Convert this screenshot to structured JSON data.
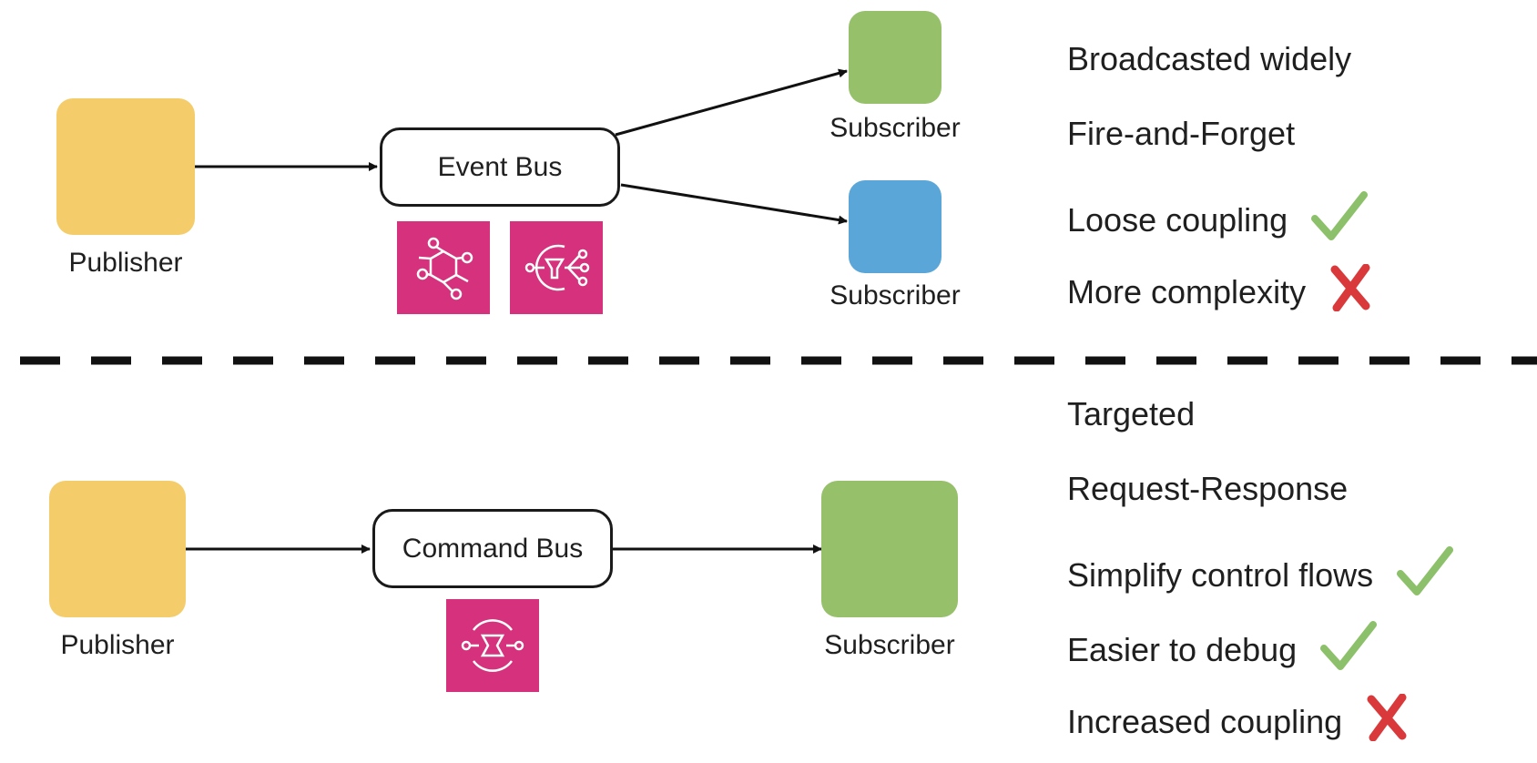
{
  "top": {
    "publisher_label": "Publisher",
    "bus_label": "Event Bus",
    "subscriber1_label": "Subscriber",
    "subscriber2_label": "Subscriber",
    "service_icons": [
      "eventbridge-icon",
      "sns-icon"
    ],
    "properties": [
      {
        "text": "Broadcasted widely",
        "mark": ""
      },
      {
        "text": "Fire-and-Forget",
        "mark": ""
      },
      {
        "text": "Loose coupling",
        "mark": "check"
      },
      {
        "text": "More complexity",
        "mark": "cross"
      }
    ]
  },
  "bottom": {
    "publisher_label": "Publisher",
    "bus_label": "Command Bus",
    "subscriber_label": "Subscriber",
    "service_icons": [
      "step-functions-icon"
    ],
    "properties": [
      {
        "text": "Targeted",
        "mark": ""
      },
      {
        "text": "Request-Response",
        "mark": ""
      },
      {
        "text": "Simplify control flows",
        "mark": "check"
      },
      {
        "text": "Easier to debug",
        "mark": "check"
      },
      {
        "text": "Increased coupling",
        "mark": "cross"
      }
    ]
  },
  "colors": {
    "publisher": "#f4cd6a",
    "subscriber_green": "#96c06a",
    "subscriber_blue": "#5aa6d8",
    "aws_pink": "#d6317c",
    "check": "#8dc06a",
    "cross": "#d9393a"
  }
}
